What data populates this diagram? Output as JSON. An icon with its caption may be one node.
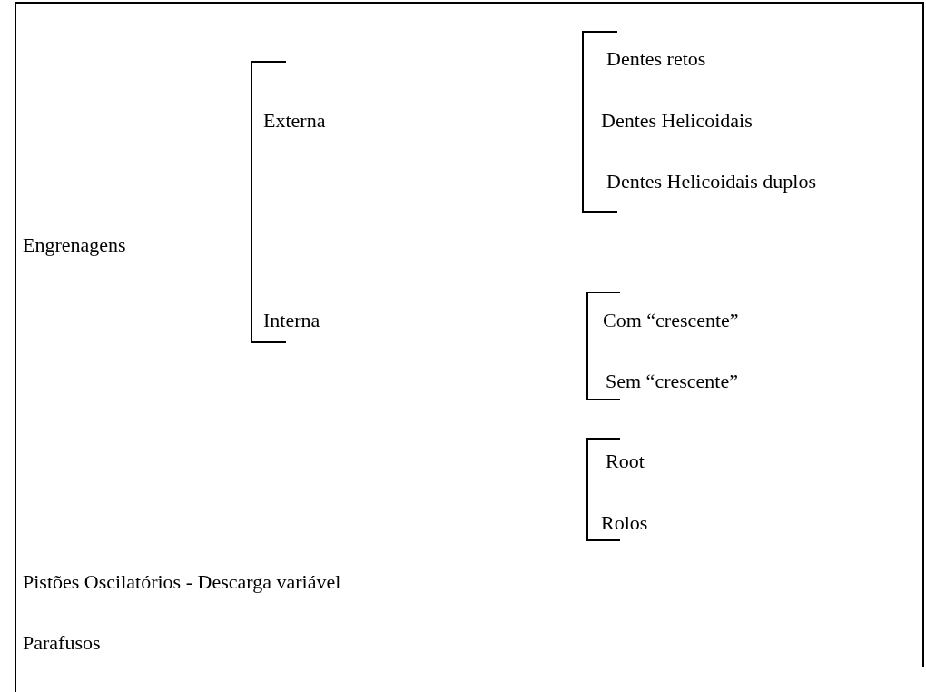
{
  "diagram": {
    "labels": [
      "Dentes retos",
      "Externa",
      "Dentes Helicoidais",
      "Dentes Helicoidais duplos",
      "Engrenagens",
      "Interna",
      "Com “crescente”",
      "Sem “crescente”",
      "Root",
      "Rolos",
      "Pistões Oscilatórios - Descarga variável",
      "Parafusos"
    ]
  }
}
